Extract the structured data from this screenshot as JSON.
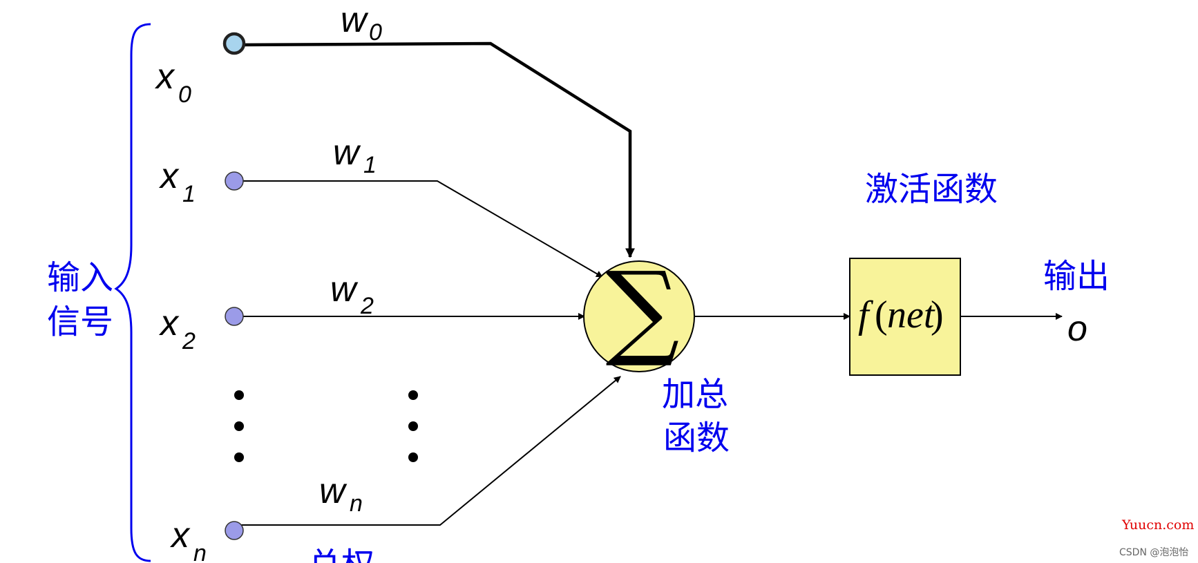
{
  "inputs": {
    "x_symbol": "x",
    "subscripts": [
      "0",
      "1",
      "2",
      "n"
    ]
  },
  "weights": {
    "w_symbol": "w",
    "subscripts": [
      "0",
      "1",
      "2",
      "n"
    ]
  },
  "labels": {
    "input_signal_line1": "输入",
    "input_signal_line2": "信号",
    "sum_func_line1": "加总",
    "sum_func_line2": "函数",
    "activation_title": "激活函数",
    "output_title": "输出",
    "output_symbol": "o",
    "bottom_cut_text": "总权"
  },
  "sum_node": {
    "symbol": "∑",
    "fill_color": "#f8f39a"
  },
  "activation_box": {
    "f": "f",
    "open_paren": "(",
    "arg": "net",
    "close_paren": ")",
    "fill_color": "#f8f39a"
  },
  "watermark": {
    "site": "Yuucn.com",
    "author": "CSDN @泡泡怡"
  },
  "colors": {
    "label_blue": "#0000ee",
    "node_fill": "#9b9be8",
    "bias_node_fill": "#a8d4ee"
  }
}
